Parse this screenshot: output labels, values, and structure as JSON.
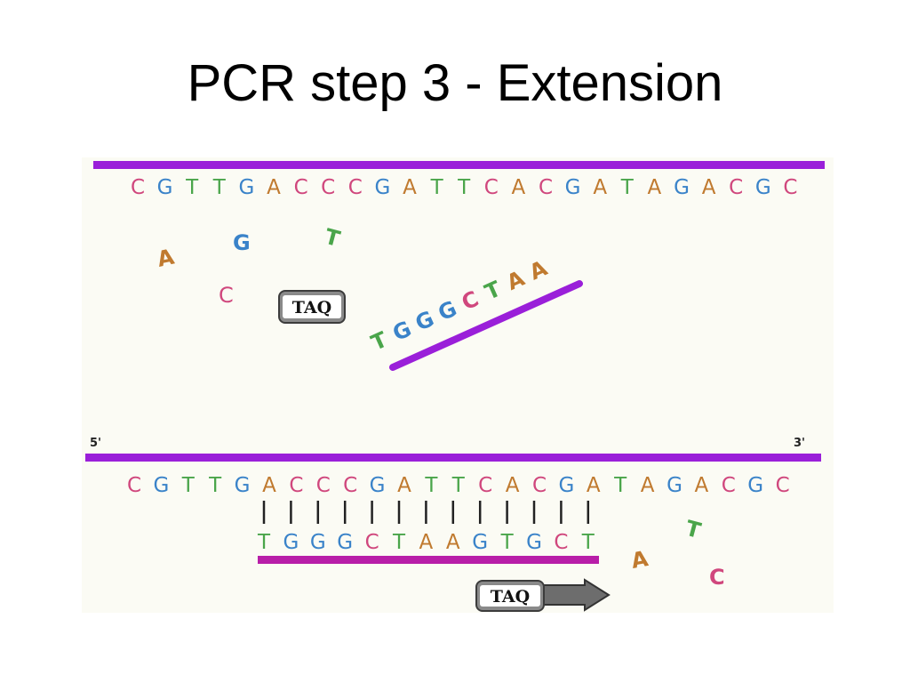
{
  "title": "PCR step 3 - Extension",
  "colors": {
    "strand": "#9a1fd9",
    "primer_bottom": "#b81ea8",
    "A": "#c07a2f",
    "C": "#d0477d",
    "G": "#3a83c9",
    "T": "#4aa54a",
    "taq_fill": "#8a8a8a",
    "taq_border": "#3c3c3c"
  },
  "top_panel": {
    "template_sequence": "CGTTGACCCGATTCACGATAGACGC",
    "primer_sequence": "TGGGCTAA",
    "enzyme_label": "TAQ",
    "free_nucleotides": [
      "A",
      "G",
      "T",
      "C"
    ]
  },
  "bottom_panel": {
    "label_5prime": "5'",
    "label_3prime": "3'",
    "template_sequence": "CGTTGACCCGATTCACGATAGACGC",
    "extended_sequence": "TGGGCTAAGTGCT",
    "enzyme_label": "TAQ",
    "free_nucleotides": [
      "T",
      "A",
      "C"
    ]
  }
}
